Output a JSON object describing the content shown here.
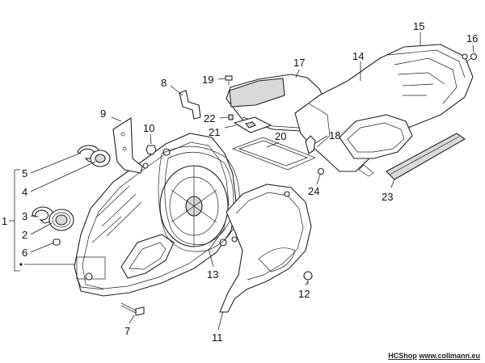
{
  "labels": {
    "p1": "1",
    "p2": "2",
    "p3": "3",
    "p4": "4",
    "p5": "5",
    "p6": "6",
    "p7": "7",
    "p8": "8",
    "p9": "9",
    "p10": "10",
    "p11": "11",
    "p12": "12",
    "p13": "13",
    "p14": "14",
    "p15": "15",
    "p16": "16",
    "p17": "17",
    "p18": "18",
    "p19": "19",
    "p20": "20",
    "p21": "21",
    "p22": "22",
    "p23": "23",
    "p24": "24"
  },
  "watermark": {
    "brand": "HCShop",
    "site": "www.collmann.eu"
  }
}
